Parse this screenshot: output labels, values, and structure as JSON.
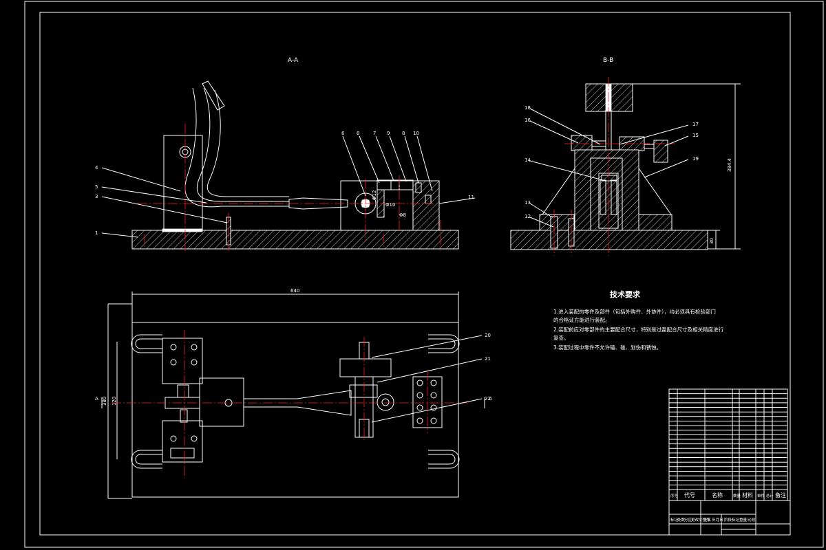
{
  "views": {
    "section_aa": "A-A",
    "section_bb": "B-B"
  },
  "balloons": {
    "aa_left": [
      "4",
      "5",
      "3",
      "1"
    ],
    "aa_top": [
      "6",
      "8",
      "7",
      "9",
      "8",
      "10"
    ],
    "aa_right": "11",
    "bb_left": [
      "18",
      "16",
      "14",
      "13",
      "12"
    ],
    "bb_right": [
      "17",
      "15",
      "19"
    ],
    "plan_right": [
      "20",
      "21",
      "22"
    ]
  },
  "dimensions": {
    "overall_length": "640",
    "overall_width": "380",
    "inner_width": "120",
    "bb_height": "384.4",
    "bb_base": "30",
    "dia_1": "Φ12",
    "dia_2": "Φ10",
    "dia_3": "Φ8"
  },
  "section_marks": {
    "left": "A",
    "right": "A"
  },
  "tech_notes": {
    "title": "技术要求",
    "lines": [
      "1.进入装配的零件及部件（包括外购件、外协件），均必须具有检验部门",
      "的合格证方能进行装配。",
      "2.装配前应对零部件的主要配合尺寸，特别是过盈配合尺寸及相关精度进行",
      "复查。",
      "3.装配过程中零件不允许磕、碰、划伤和锈蚀。"
    ]
  },
  "bom": {
    "header": {
      "no": "序号",
      "code": "代号",
      "name": "名称",
      "qty": "数量",
      "material": "材料",
      "weight": "单件 总计",
      "remark": "备注"
    }
  },
  "title_block": {
    "marks": [
      "标记",
      "处数",
      "分区",
      "更改文件号",
      "签名",
      "年月日"
    ],
    "stage": "阶段标记",
    "weight": "重量",
    "scale": "比例"
  }
}
